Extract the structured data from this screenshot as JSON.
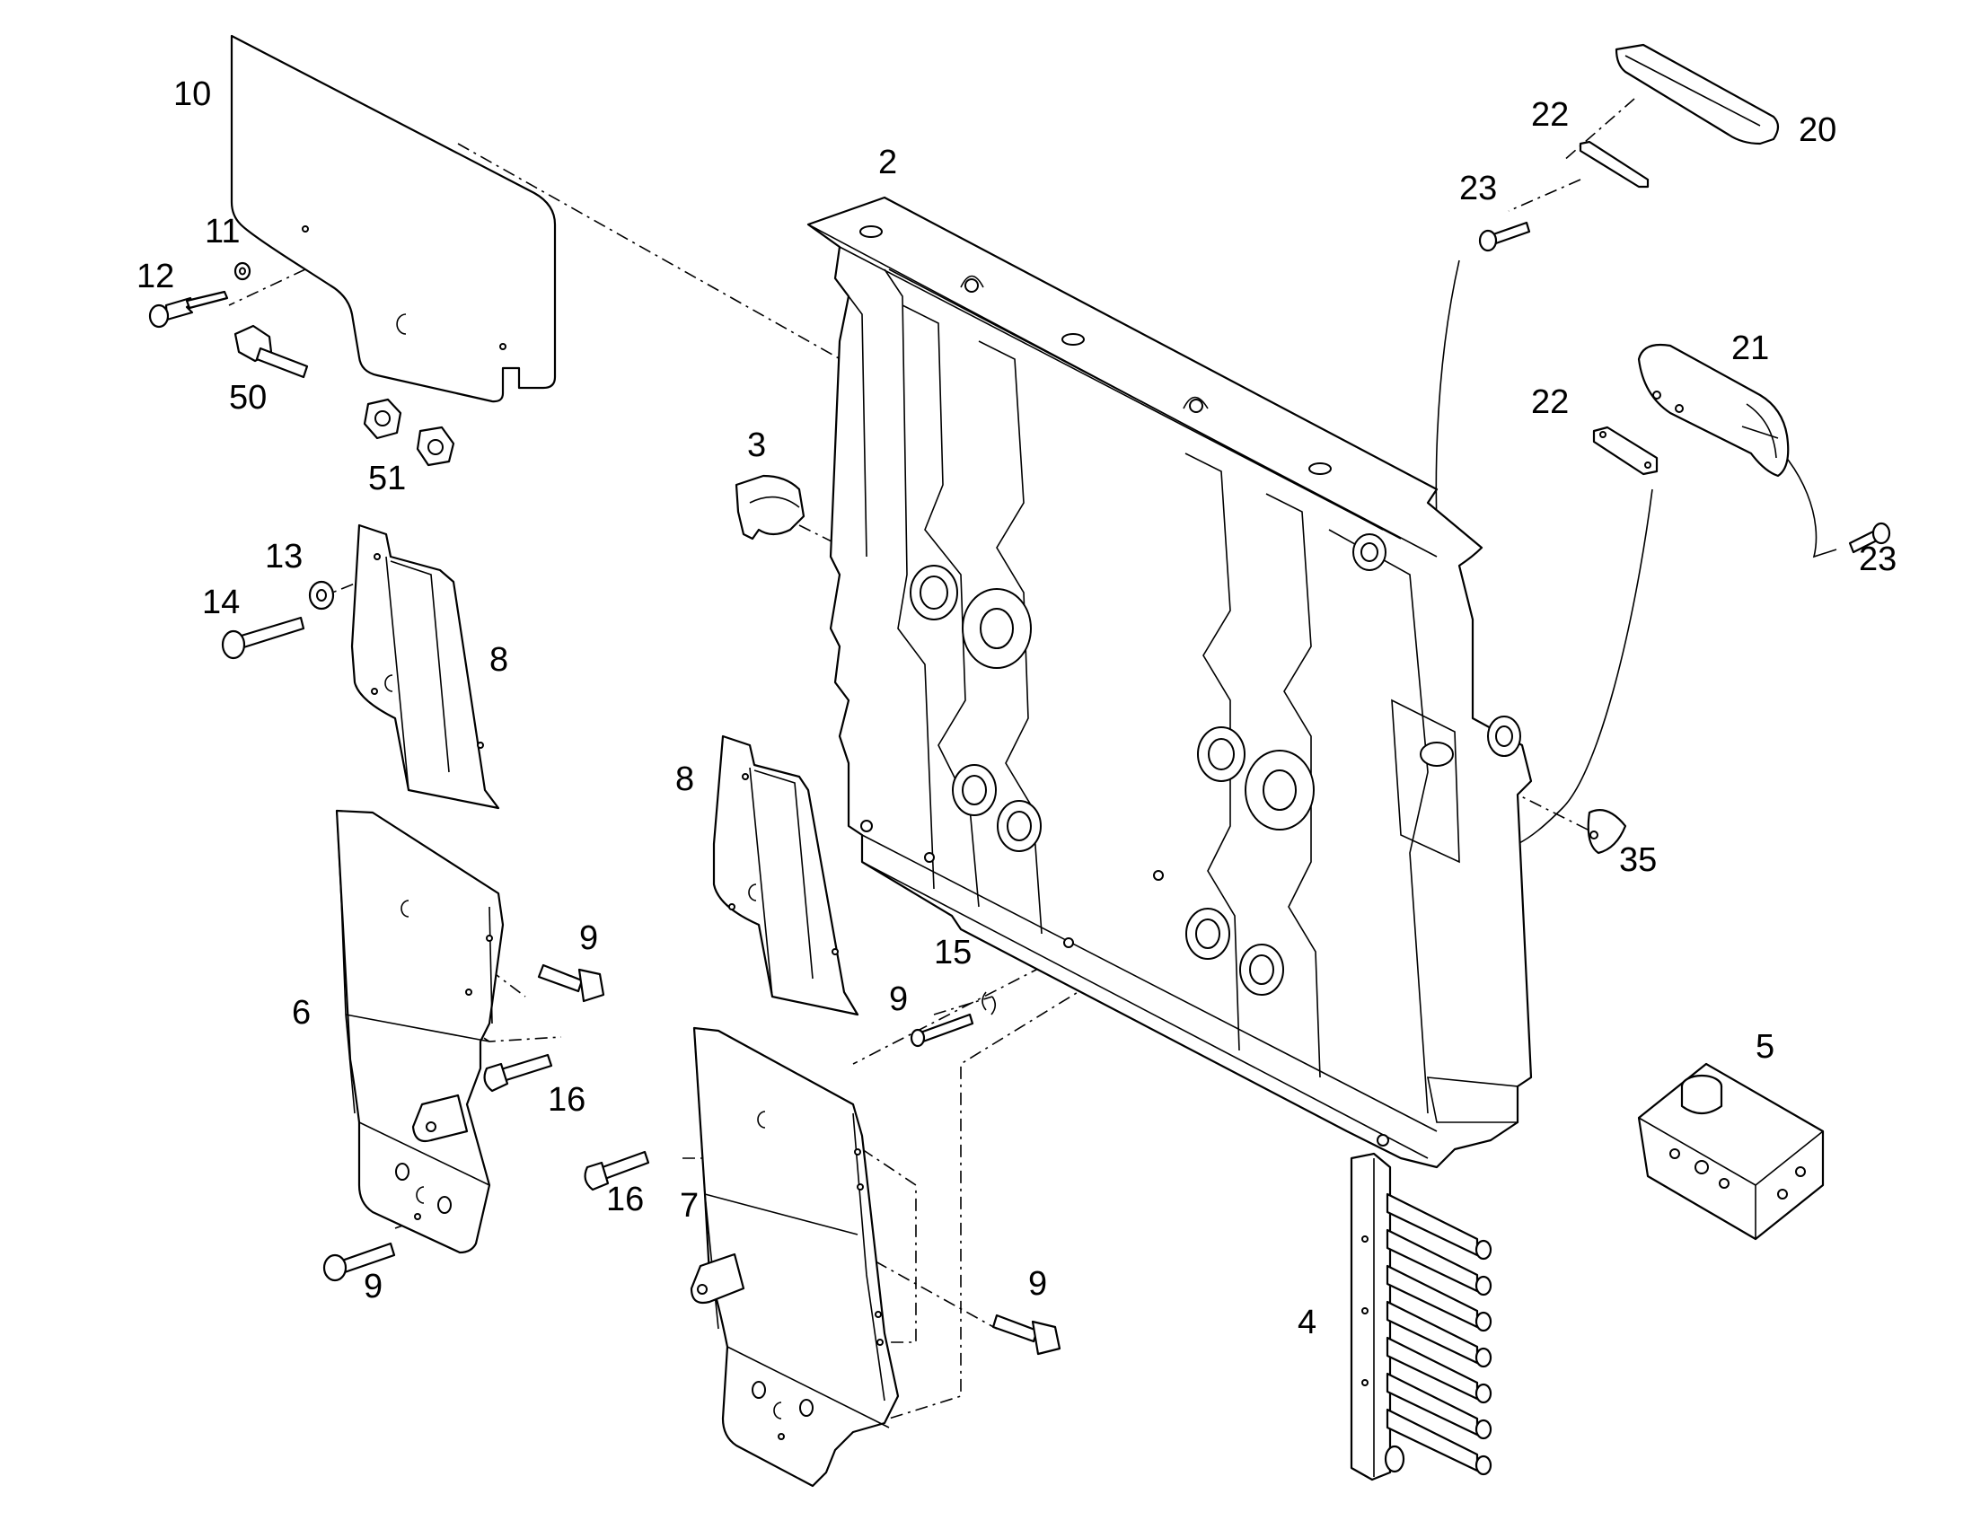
{
  "callouts": {
    "c2": "2",
    "c3": "3",
    "c4": "4",
    "c5": "5",
    "c6": "6",
    "c7": "7",
    "c8a": "8",
    "c8b": "8",
    "c9a": "9",
    "c9b": "9",
    "c9c": "9",
    "c9d": "9",
    "c10": "10",
    "c11": "11",
    "c12": "12",
    "c13": "13",
    "c14": "14",
    "c15": "15",
    "c16a": "16",
    "c16b": "16",
    "c20": "20",
    "c21": "21",
    "c22a": "22",
    "c22b": "22",
    "c23a": "23",
    "c23b": "23",
    "c35": "35",
    "c50": "50",
    "c51": "51"
  }
}
